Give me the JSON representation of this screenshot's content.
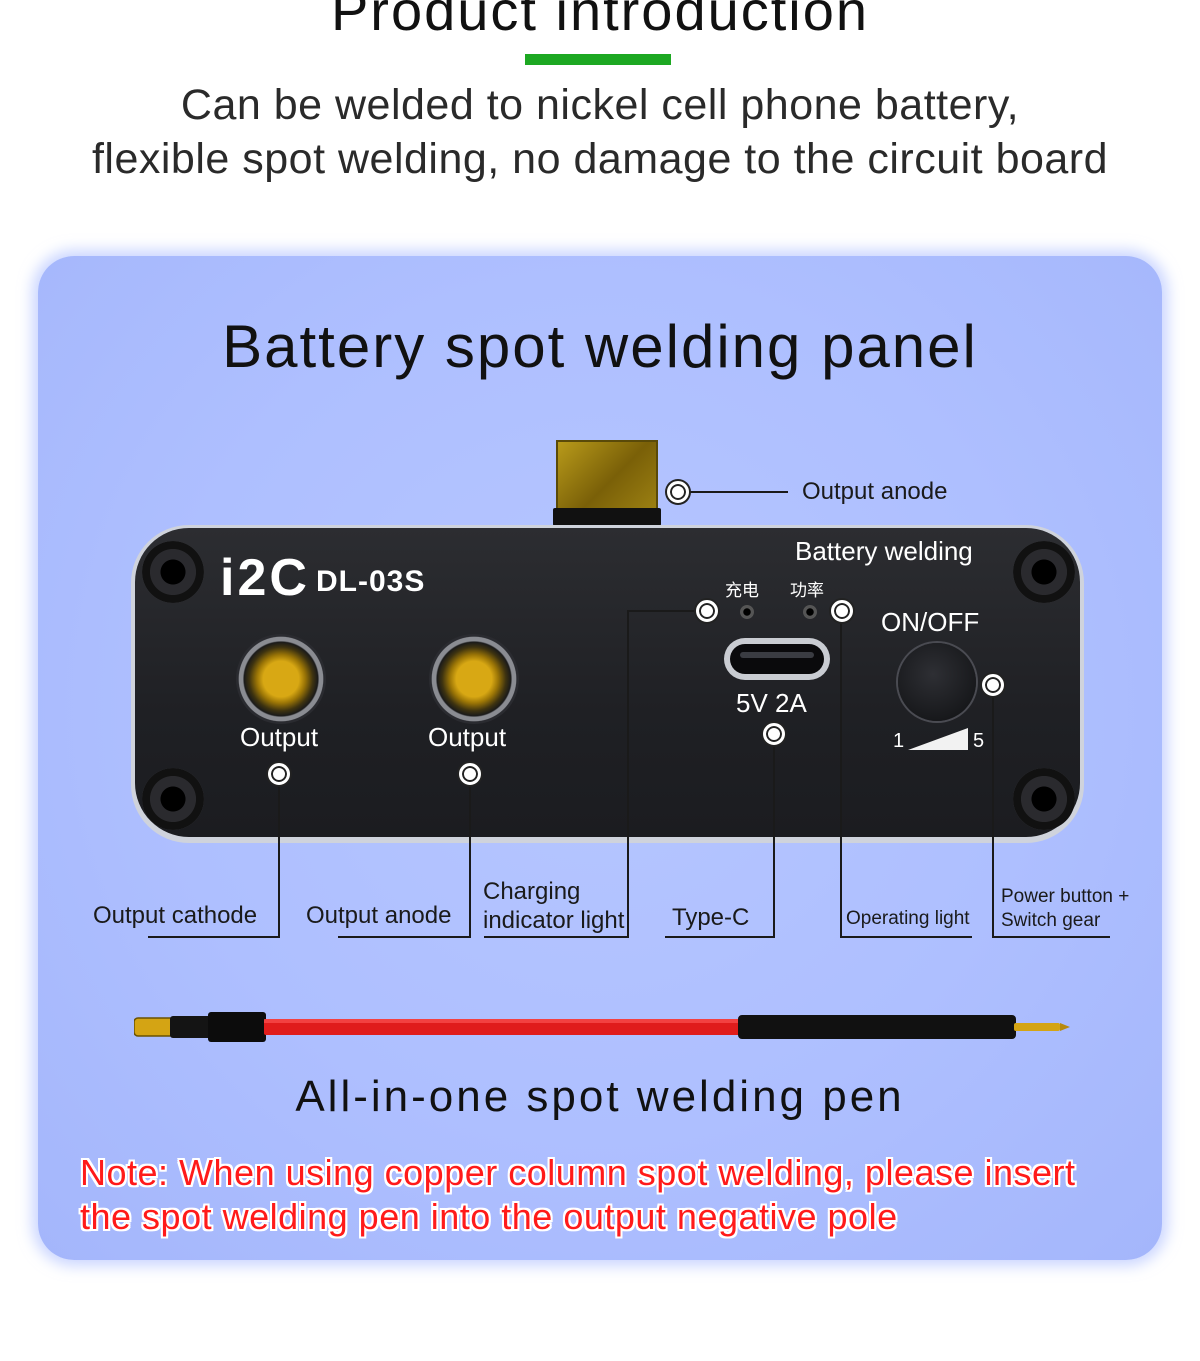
{
  "header": {
    "title": "Product introduction",
    "intro_line1": "Can be welded to nickel cell phone battery,",
    "intro_line2": "flexible spot welding, no damage to the circuit board"
  },
  "panel": {
    "title": "Battery spot welding panel",
    "device": {
      "logo": "i2C",
      "model": "DL-03S",
      "battery_welding_label": "Battery welding",
      "charge_label": "充电",
      "power_label": "功率",
      "on_off_label": "ON/OFF",
      "socket_left_label": "Output",
      "socket_right_label": "Output",
      "usb_rating": "5V  2A",
      "gear_min": "1",
      "gear_max": "5"
    },
    "callouts": {
      "top_output_anode": "Output  anode",
      "output_cathode": "Output cathode",
      "output_anode": "Output anode",
      "charging_line1": "Charging",
      "charging_line2": "indicator light",
      "type_c": "Type-C",
      "operating_light": "Operating light",
      "power_line1": "Power button +",
      "power_line2": "Switch gear"
    },
    "pen_caption": "All-in-one spot welding pen",
    "note_line1": "Note: When using copper column spot welding, please insert",
    "note_line2": "the spot welding pen into the output negative pole"
  },
  "colors": {
    "accent_green": "#1da822",
    "card_blue": "#aebfff",
    "note_red": "#ff1a1a"
  }
}
